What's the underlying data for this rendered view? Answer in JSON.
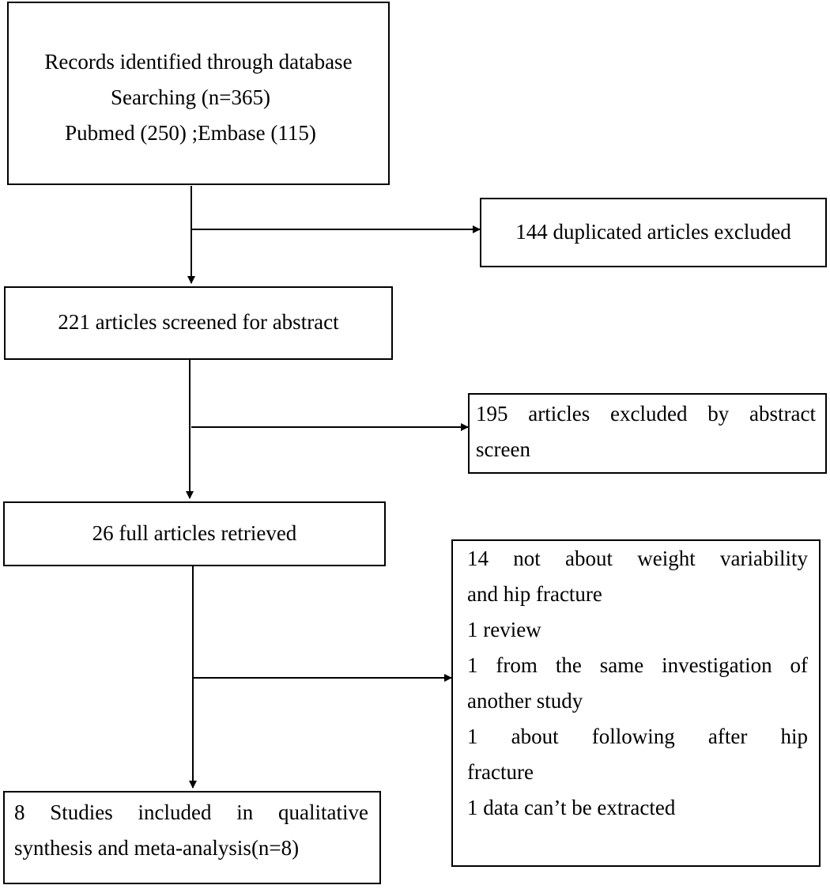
{
  "boxes": {
    "records": {
      "line1": "Records identified through database",
      "line2": "Searching (n=365)",
      "line3": "Pubmed (250) ;Embase (115)"
    },
    "duplicates": {
      "line1": "144 duplicated articles excluded"
    },
    "screened": {
      "line1": "221 articles screened for abstract"
    },
    "excluded_abstract": {
      "line1": "195 articles excluded by abstract",
      "line2": "screen"
    },
    "full_articles": {
      "line1": "26 full articles retrieved"
    },
    "excluded_full": {
      "line1": "14 not about weight variability",
      "line2": "and hip fracture",
      "line3": "1 review",
      "line4": "1 from the same investigation of",
      "line5": "another study",
      "line6": "1 about following after hip",
      "line7": "fracture",
      "line8": "1 data can’t be extracted"
    },
    "included": {
      "line1": "8 Studies included in qualitative",
      "line2": "synthesis and meta-analysis(n=8)"
    }
  }
}
